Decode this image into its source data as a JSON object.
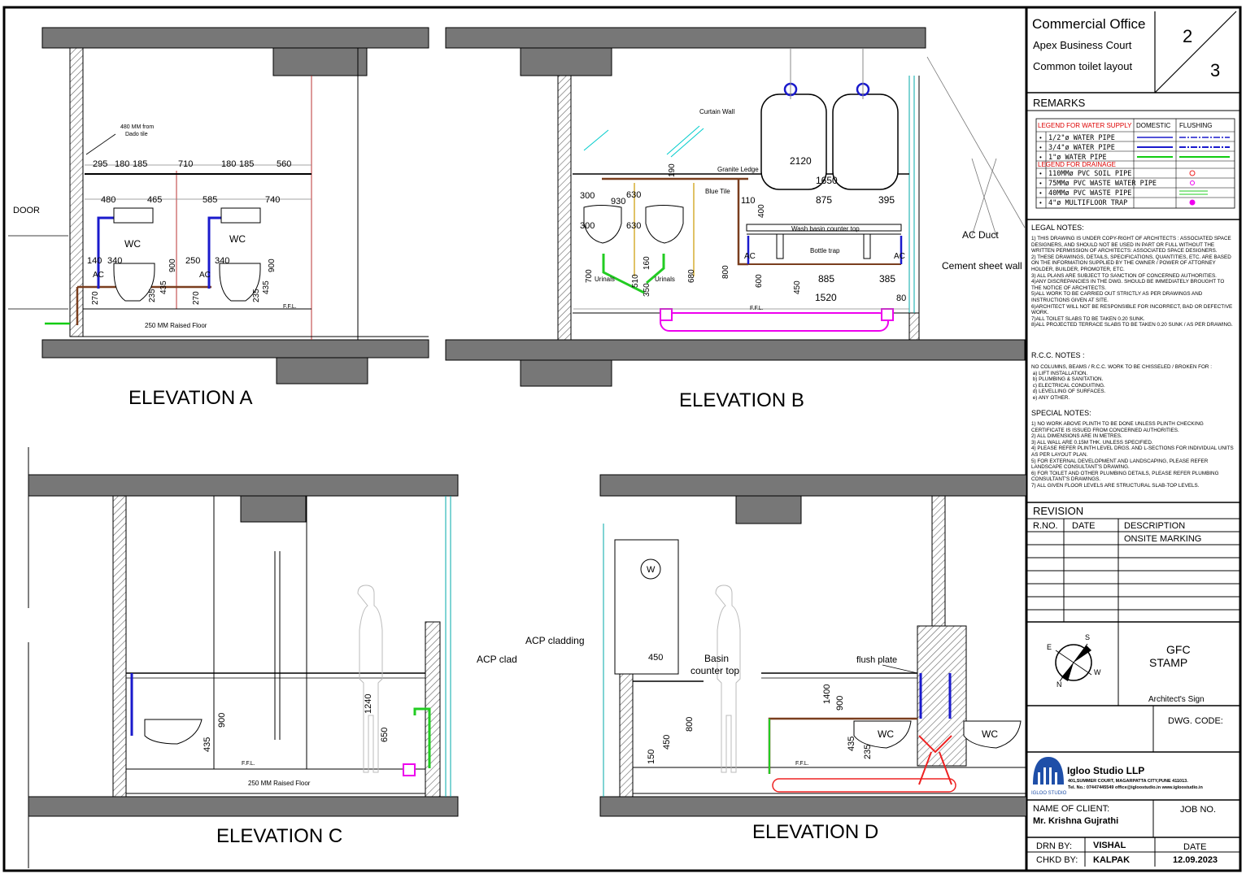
{
  "title_block": {
    "project": "Commercial Office",
    "site": "Apex Business Court",
    "drawing": "Common toilet layout",
    "sheet_no": "2",
    "sheet_total": "3"
  },
  "remarks": {
    "heading": "REMARKS",
    "water_legend": "LEGEND FOR WATER SUPPLY",
    "col_domestic": "DOMESTIC",
    "col_flushing": "FLUSHING",
    "water_rows": [
      "1/2\"ø WATER PIPE",
      "3/4\"ø WATER PIPE",
      "1\"ø WATER PIPE"
    ],
    "drainage_legend": "LEGEND FOR DRAINAGE",
    "drain_rows": [
      "110MMø PVC SOIL PIPE",
      "75MMø PVC WASTE WATER PIPE",
      "40MMø PVC WASTE PIPE",
      "4\"ø MULTIFLOOR TRAP"
    ]
  },
  "legal_notes": {
    "heading": "LEGAL NOTES:",
    "text": "1) THIS DRAWING IS UNDER COPY-RIGHT OF ARCHITECTS : ASSOCIATED SPACE DESIGNERS, AND SHOULD NOT BE USED IN PART OR FULL WITHOUT THE WRITTEN PERMISSION OF ARCHITECTS: ASSOCIATED SPACE DESIGNERS.\n2) THESE DRAWINGS, DETAILS, SPECIFICATIONS, QUANTITIES, ETC. ARE BASED ON THE INFORMATION SUPPLIED BY THE OWNER / POWER OF ATTORNEY HOLDER, BUILDER, PROMOTER, ETC.\n3) ALL PLANS ARE SUBJECT TO SANCTION OF CONCERNED AUTHORITIES.\n4)ANY DISCREPANCIES IN THE DWG. SHOULD BE IMMEDIATELY BROUGHT TO THE NOTICE OF ARCHITECTS.\n5)ALL WORK TO BE CARRIED OUT STRICTLY AS PER DRAWINGS AND INSTRUCTIONS GIVEN AT SITE.\n6)ARCHITECT WILL NOT BE RESPONSIBLE FOR INCORRECT, BAD OR DEFECTIVE WORK.\n7)ALL TOILET SLABS TO BE TAKEN 0.20 SUNK.\n8)ALL PROJECTED TERRACE SLABS TO BE TAKEN 0.20 SUNK / AS PER DRAWING."
  },
  "rcc_notes": {
    "heading": "R.C.C. NOTES :",
    "text": "NO COLUMNS, BEAMS / R.C.C. WORK TO BE CHISSELED / BROKEN FOR :\n a) LIFT INSTALLATION.\n b) PLUMBING & SANITATION.\n c) ELECTRICAL CONDUITING.\n d) LEVELLING OF SURFACES.\n e) ANY OTHER."
  },
  "special_notes": {
    "heading": "SPECIAL NOTES:",
    "text": "1) NO WORK ABOVE PLINTH TO BE DONE UNLESS PLINTH CHECKING CERTIFICATE IS ISSUED FROM CONCERNED AUTHORITIES.\n2) ALL DIMENSIONS ARE IN METRES.\n3) ALL WALL ARE 0.15M THK. UNLESS SPECIFIED.\n4) PLEASE REFER PLINTH LEVEL DRGS. AND L-SECTIONS FOR INDIVIDUAL UNITS AS PER LAYOUT PLAN.\n5) FOR EXTERNAL DEVELOPMENT AND LANDSCAPING, PLEASE REFER LANDSCAPE CONSULTANT'S DRAWING.\n6) FOR TOILET AND OTHER PLUMBING DETAILS, PLEASE REFER PLUMBING CONSULTANT'S DRAWINGS.\n7) ALL GIVEN FLOOR LEVELS ARE STRUCTURAL SLAB-TOP LEVELS."
  },
  "revision": {
    "heading": "REVISION",
    "col_rno": "R.NO.",
    "col_date": "DATE",
    "col_desc": "DESCRIPTION",
    "row1_desc": "ONSITE MARKING"
  },
  "stamp": {
    "line1": "GFC",
    "line2": "STAMP",
    "sign": "Architect's Sign",
    "dwg_code": "DWG. CODE:",
    "compass_s": "S",
    "compass_e": "E",
    "compass_w": "W",
    "compass_n": "N"
  },
  "firm": {
    "name": "Igloo Studio LLP",
    "address": "401,SUMMER COURT, MAGARPATTA CITY,PUNE 411013.",
    "contact": "Tel. No.: 07447445549  office@igloostudio.in  www.igloostudio.in",
    "logo_text": "IGLOO STUDIO"
  },
  "client": {
    "label": "NAME OF CLIENT:",
    "name": "Mr. Krishna Gujrathi",
    "job_label": "JOB NO."
  },
  "sign_off": {
    "drn_label": "DRN BY:",
    "drn": "VISHAL",
    "chkd_label": "CHKD BY:",
    "chkd": "KALPAK",
    "date_label": "DATE",
    "date": "12.09.2023"
  },
  "elevations": {
    "a": {
      "title": "ELEVATION A",
      "door": "DOOR",
      "dado_note_1": "480 MM from",
      "dado_note_2": "Dado tile",
      "raised_floor": "250 MM Raised Floor",
      "wc": "WC",
      "ac": "AC",
      "ffl": "F.F.L.",
      "dims_top": [
        "295",
        "180",
        "185",
        "710",
        "180",
        "185",
        "560"
      ],
      "dims_second": [
        "480",
        "465",
        "585",
        "740"
      ],
      "dims_misc": [
        "140",
        "340",
        "250",
        "340",
        "270",
        "235",
        "435",
        "900",
        "270",
        "235",
        "435",
        "900"
      ]
    },
    "b": {
      "title": "ELEVATION B",
      "curtain_wall": "Curtain Wall",
      "granite_ledge": "Granite Ledge",
      "blue_tile": "Blue Tile",
      "wash_basin": "Wash basin counter top",
      "bottle_trap": "Bottle trap",
      "urinals": "Urinals",
      "ac_duct": "AC Duct",
      "cement_sheet": "Cement sheet wall",
      "ac": "AC",
      "ffl": "F.F.L.",
      "dims": [
        "2120",
        "1650",
        "875",
        "395",
        "300",
        "930",
        "630",
        "190",
        "110",
        "400",
        "300",
        "630",
        "700",
        "510",
        "160",
        "350",
        "680",
        "800",
        "600",
        "450",
        "885",
        "385",
        "1520",
        "80"
      ]
    },
    "c": {
      "title": "ELEVATION C",
      "acp": "ACP clad",
      "raised_floor": "250 MM Raised Floor",
      "ffl": "F.F.L.",
      "dims": [
        "900",
        "435",
        "1240",
        "650"
      ]
    },
    "d": {
      "title": "ELEVATION D",
      "acp": "ACP cladding",
      "basin_1": "Basin",
      "basin_2": "counter top",
      "flush_plate": "flush plate",
      "wc": "WC",
      "w": "W",
      "ffl": "F.F.L.",
      "dims": [
        "450",
        "800",
        "450",
        "150",
        "1400",
        "900",
        "435",
        "235"
      ]
    }
  }
}
